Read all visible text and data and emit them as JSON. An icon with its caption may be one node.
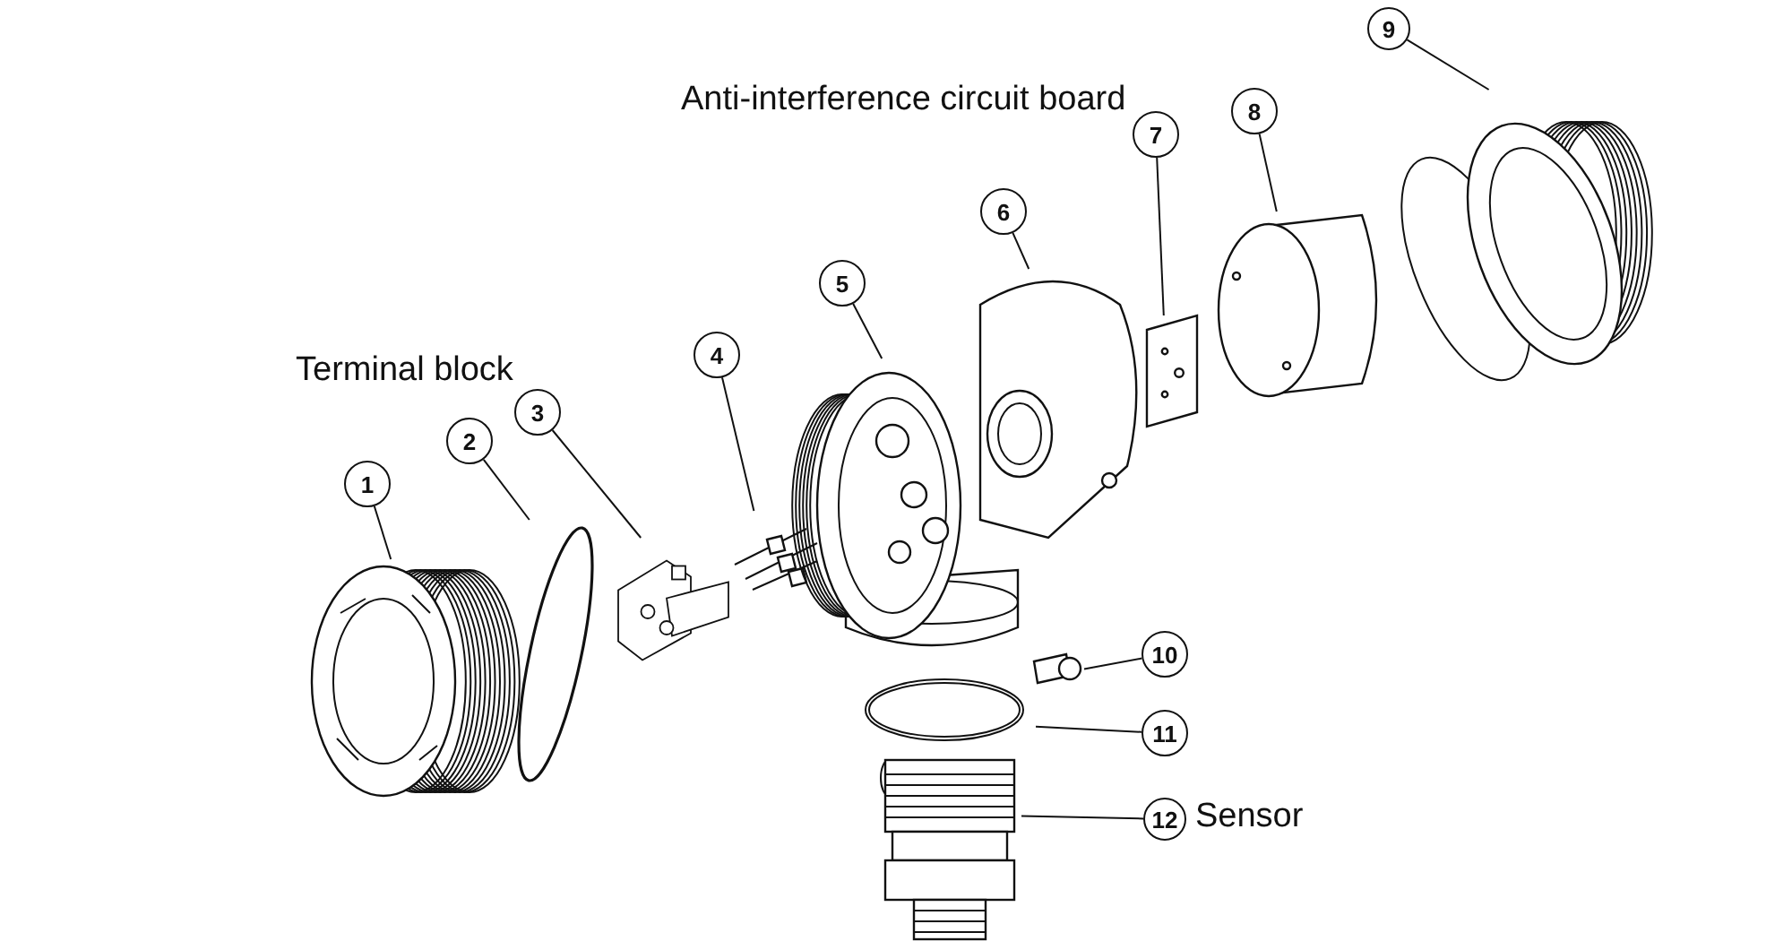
{
  "diagram": {
    "nodes": [
      {
        "text": [
          "1"
        ]
      },
      {
        "text": [
          "2"
        ]
      },
      {
        "text": [
          "3"
        ],
        "beside": [
          "Terminal block"
        ]
      },
      {
        "text": [
          "4"
        ]
      },
      {
        "text": [
          "5"
        ]
      },
      {
        "text": [
          "6"
        ]
      },
      {
        "text": [
          "7"
        ],
        "beside": [
          "Anti-interference circuit board"
        ]
      },
      {
        "text": [
          "8"
        ]
      },
      {
        "text": [
          "9"
        ]
      },
      {
        "text": [
          "10"
        ]
      },
      {
        "text": [
          "11"
        ]
      },
      {
        "text": [
          "12"
        ],
        "beside": [
          "Sensor"
        ]
      },
      {
        "text": [],
        "shape": "picture"
      },
      {
        "text": [],
        "shape": "circle"
      },
      {
        "text": [],
        "shape": "picture"
      },
      {
        "text": [],
        "shape": "picture"
      },
      {
        "text": [],
        "shape": "picture"
      },
      {
        "text": [],
        "shape": "picture"
      },
      {
        "text": [],
        "shape": "picture"
      },
      {
        "text": [],
        "shape": "picture"
      },
      {
        "text": [],
        "shape": "picture"
      },
      {
        "text": [],
        "shape": "picture"
      },
      {
        "text": [],
        "shape": "picture"
      },
      {
        "text": [],
        "shape": "picture"
      }
    ],
    "edges": [
      {
        "from": 0,
        "to": 12,
        "arrow": "none"
      },
      {
        "from": 1,
        "to": 13,
        "arrow": "none"
      },
      {
        "from": 2,
        "to": 14,
        "arrow": "none"
      },
      {
        "from": 3,
        "to": 15,
        "arrow": "none"
      },
      {
        "from": 4,
        "to": 16,
        "arrow": "none"
      },
      {
        "from": 5,
        "to": 17,
        "arrow": "none"
      },
      {
        "from": 6,
        "to": 18,
        "arrow": "none"
      },
      {
        "from": 7,
        "to": 19,
        "arrow": "none"
      },
      {
        "from": 8,
        "to": 20,
        "arrow": "none"
      },
      {
        "from": 9,
        "to": 21,
        "arrow": "none"
      },
      {
        "from": 10,
        "to": 22,
        "arrow": "none"
      },
      {
        "from": 11,
        "to": 23,
        "arrow": "none"
      }
    ]
  }
}
